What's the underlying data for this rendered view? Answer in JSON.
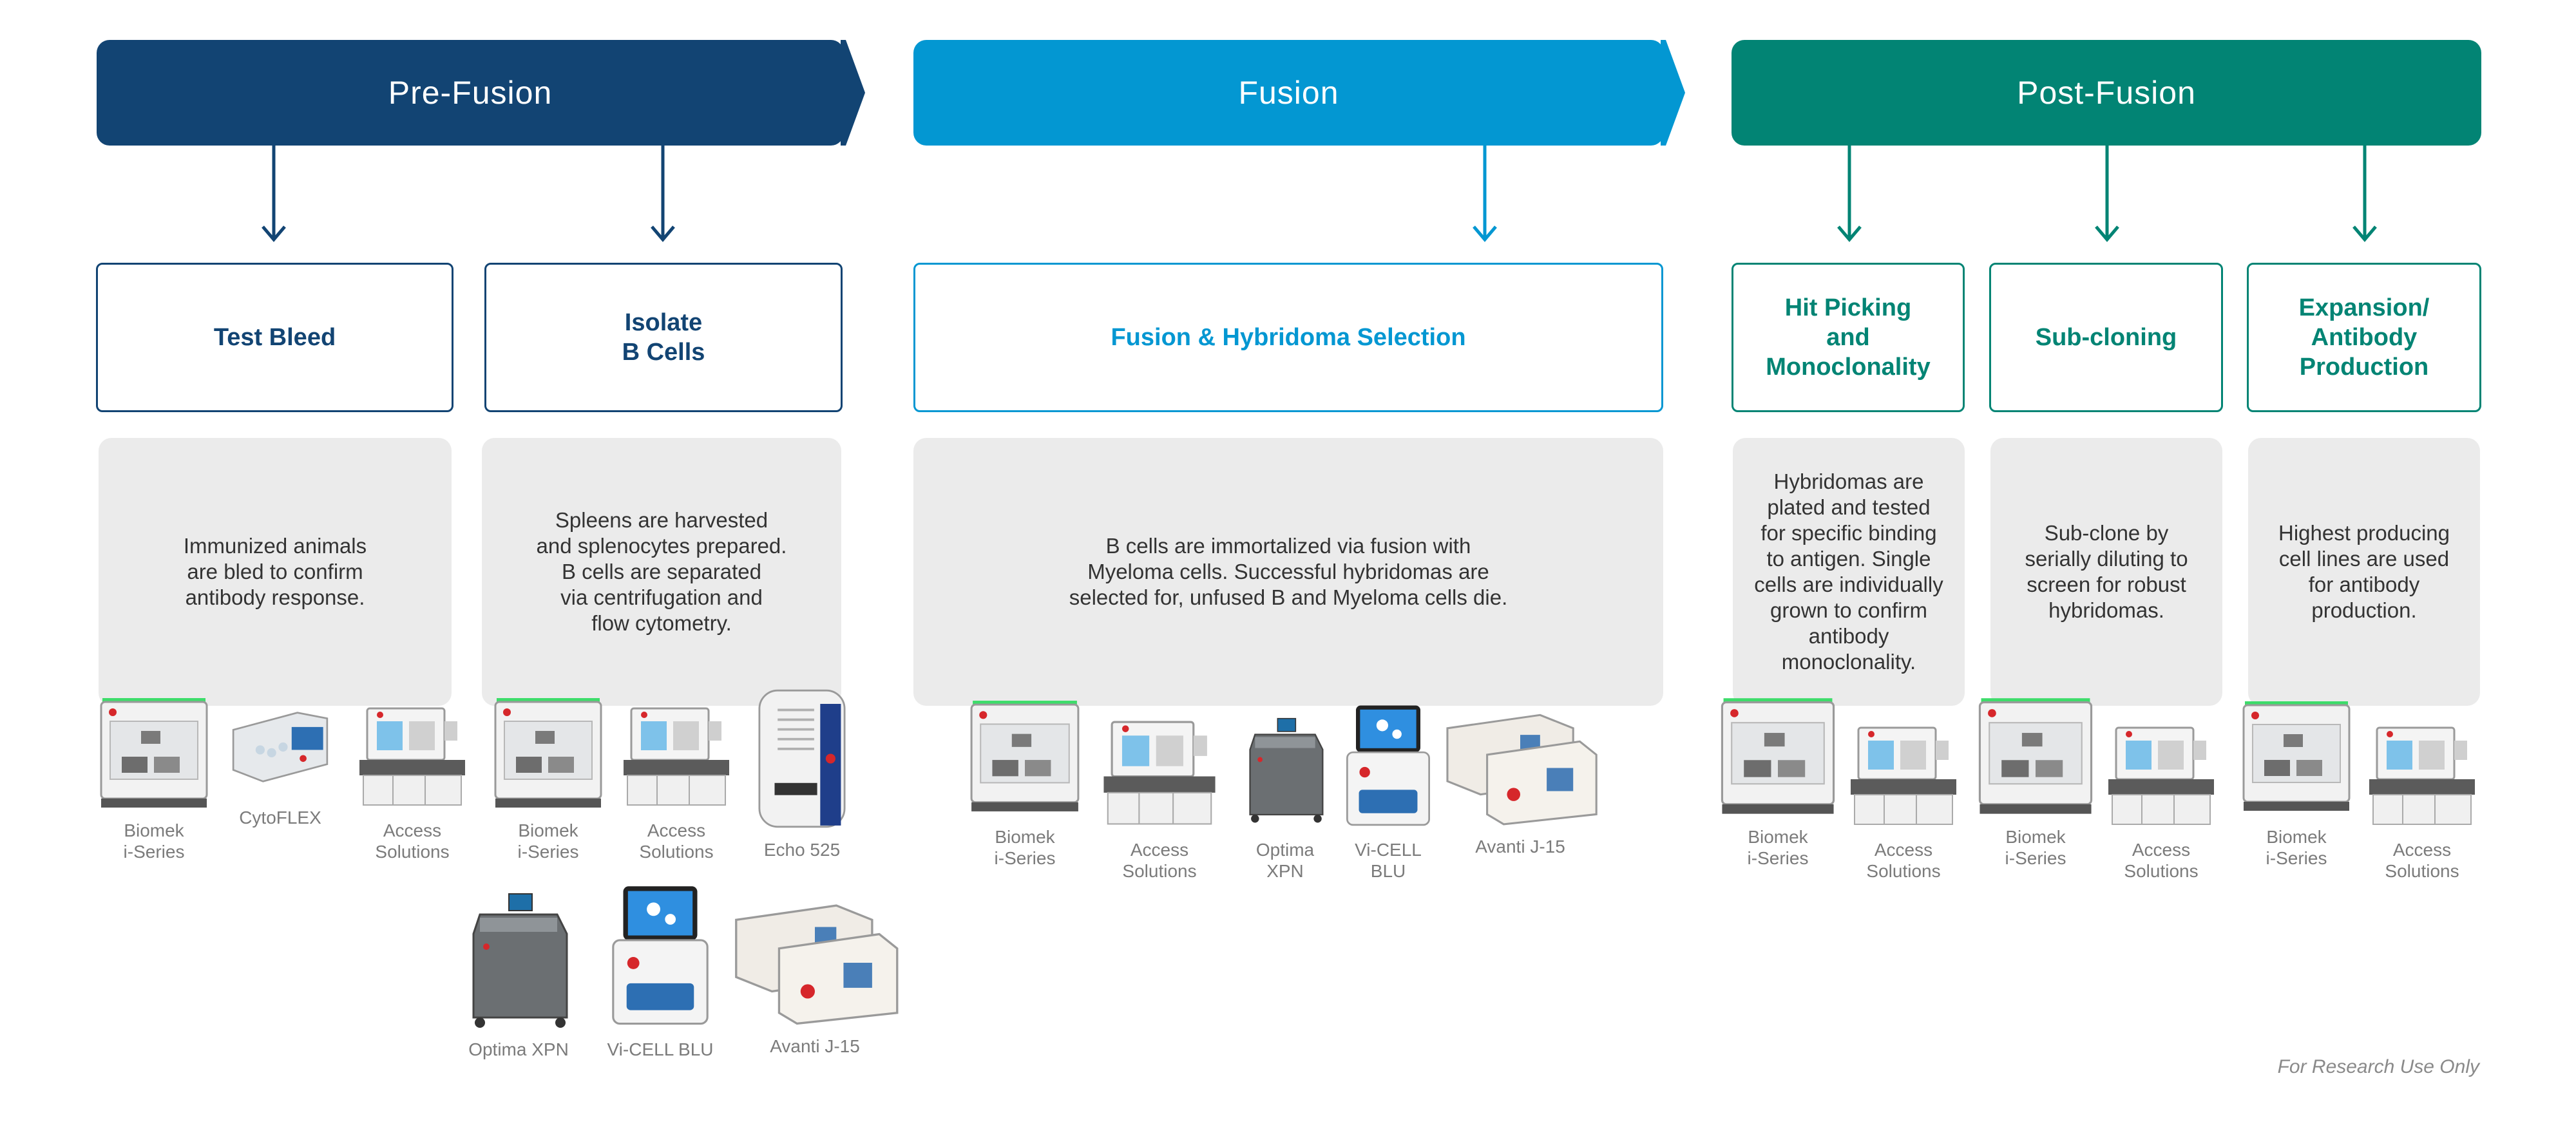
{
  "phases": [
    {
      "title": "Pre-Fusion",
      "color": "#124473"
    },
    {
      "title": "Fusion",
      "color": "#0397d2"
    },
    {
      "title": "Post-Fusion",
      "color": "#028474"
    }
  ],
  "stages": {
    "test_bleed": {
      "title": [
        "Test Bleed"
      ],
      "desc": [
        "Immunized animals",
        "are bled to confirm",
        "antibody response."
      ]
    },
    "isolate": {
      "title": [
        "Isolate",
        "B Cells"
      ],
      "desc": [
        "Spleens are harvested",
        "and splenocytes prepared.",
        "B cells are separated",
        "via centrifugation and",
        "flow cytometry."
      ]
    },
    "fusion": {
      "title": [
        "Fusion & Hybridoma Selection"
      ],
      "desc": [
        "B cells are immortalized via fusion with",
        "Myeloma cells. Successful hybridomas are",
        "selected for, unfused B and Myeloma cells die."
      ]
    },
    "hit": {
      "title": [
        "Hit Picking",
        "and",
        "Monoclonality"
      ],
      "desc": [
        "Hybridomas are",
        "plated and tested",
        "for specific binding",
        "to antigen. Single",
        "cells are individually",
        "grown to confirm",
        "antibody",
        "monoclonality."
      ]
    },
    "sub": {
      "title": [
        "Sub-cloning"
      ],
      "desc": [
        "Sub-clone by",
        "serially diluting to",
        "screen for robust",
        "hybridomas."
      ]
    },
    "exp": {
      "title": [
        "Expansion/",
        "Antibody",
        "Production"
      ],
      "desc": [
        "Highest producing",
        "cell lines are used",
        "for antibody",
        "production."
      ]
    }
  },
  "instruments": {
    "tb1": [
      "Biomek",
      "i-Series"
    ],
    "tb2": [
      "CytoFLEX"
    ],
    "tb3": [
      "Access",
      "Solutions"
    ],
    "is1": [
      "Biomek",
      "i-Series"
    ],
    "is2": [
      "Access",
      "Solutions"
    ],
    "is3": [
      "Echo 525"
    ],
    "is4": [
      "Optima XPN"
    ],
    "is5": [
      "Vi-CELL BLU"
    ],
    "is6": [
      "Avanti J-15"
    ],
    "fu1": [
      "Biomek",
      "i-Series"
    ],
    "fu2": [
      "Access",
      "Solutions"
    ],
    "fu3": [
      "Optima",
      "XPN"
    ],
    "fu4": [
      "Vi-CELL",
      "BLU"
    ],
    "fu5": [
      "Avanti J-15"
    ],
    "hp1": [
      "Biomek",
      "i-Series"
    ],
    "hp2": [
      "Access",
      "Solutions"
    ],
    "sc1": [
      "Biomek",
      "i-Series"
    ],
    "sc2": [
      "Access",
      "Solutions"
    ],
    "ex1": [
      "Biomek",
      "i-Series"
    ],
    "ex2": [
      "Access",
      "Solutions"
    ]
  },
  "footer": "For Research Use Only"
}
